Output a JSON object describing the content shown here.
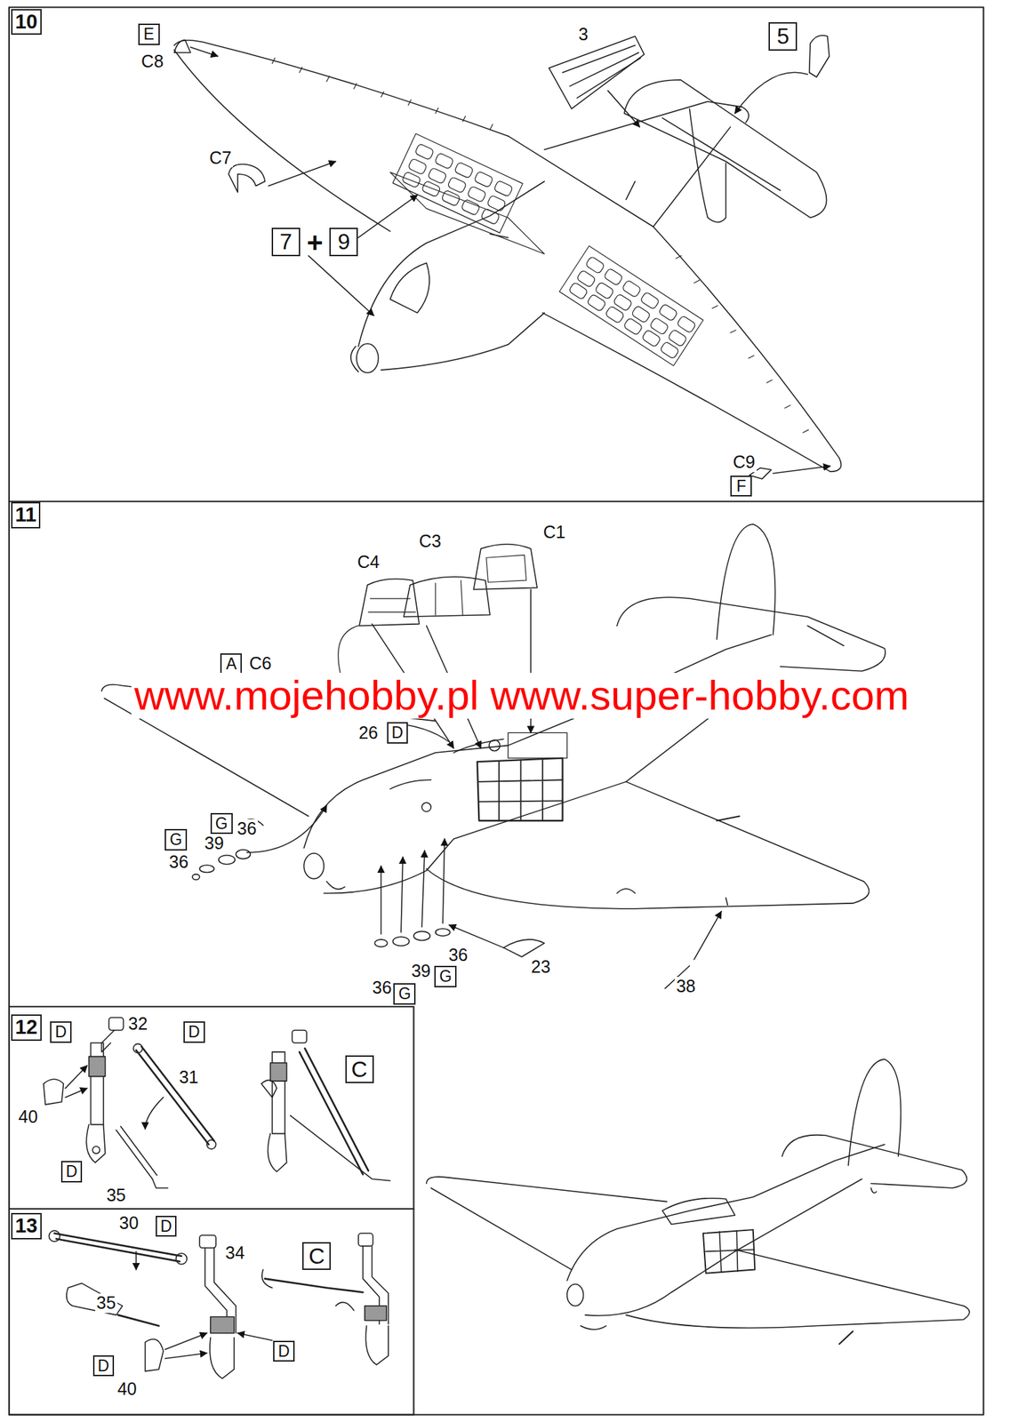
{
  "diagram": {
    "nodes": [
      {
        "text": [
          "10"
        ]
      },
      {
        "text": [
          "E"
        ]
      },
      {
        "text": [
          "5"
        ]
      },
      {
        "text": [
          "7"
        ]
      },
      {
        "text": [
          "9"
        ]
      },
      {
        "text": [
          "F"
        ]
      },
      {
        "text": [
          "11"
        ]
      },
      {
        "text": [
          "A"
        ]
      },
      {
        "text": [
          "G"
        ]
      },
      {
        "text": [
          "G"
        ]
      },
      {
        "text": [
          "D"
        ]
      },
      {
        "text": [
          "G"
        ]
      },
      {
        "text": [
          "G"
        ]
      },
      {
        "text": [
          "12"
        ]
      },
      {
        "text": [
          "D"
        ]
      },
      {
        "text": [
          "D"
        ]
      },
      {
        "text": [
          "D"
        ]
      },
      {
        "text": [
          "C"
        ]
      },
      {
        "text": [
          "13"
        ]
      },
      {
        "text": [
          "D"
        ]
      },
      {
        "text": [
          "C"
        ]
      },
      {
        "text": [
          "D"
        ]
      },
      {
        "text": [
          "D"
        ]
      }
    ],
    "labels": [
      "C8",
      "3",
      "C7",
      "+",
      "C9",
      "C6",
      "26",
      "C4",
      "C3",
      "C1",
      "36",
      "39",
      "36",
      "36",
      "39",
      "36",
      "23",
      "38",
      "32",
      "31",
      "40",
      "35",
      "30",
      "34",
      "35",
      "40",
      "www.mojehobby.pl www.super-hobby.com"
    ]
  }
}
